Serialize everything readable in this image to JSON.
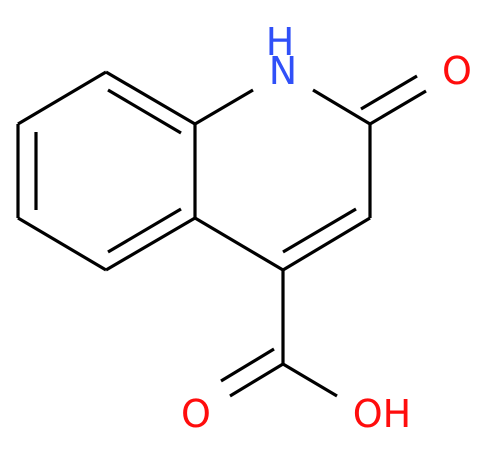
{
  "molecule": {
    "atoms": {
      "nh": {
        "label": "N",
        "h_label": "H",
        "color": "#3050F8"
      },
      "carbonyl_o": {
        "label": "O",
        "color": "#FF0D0D"
      },
      "acid_o": {
        "label": "O",
        "color": "#FF0D0D"
      },
      "hydroxyl": {
        "label": "OH",
        "color": "#FF0D0D"
      }
    },
    "bond_color": "#000000"
  }
}
